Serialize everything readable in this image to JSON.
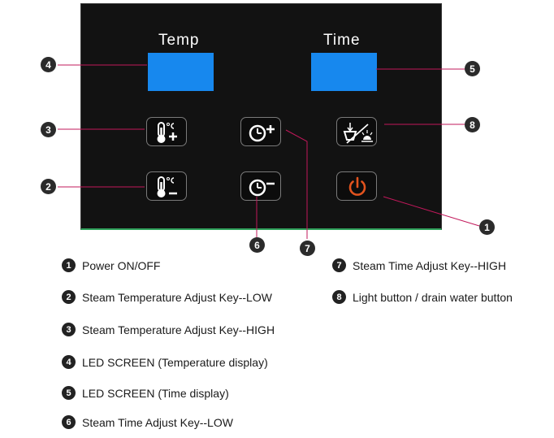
{
  "panel": {
    "screens": {
      "temp_label": "Temp",
      "time_label": "Time"
    }
  },
  "colors": {
    "screen": "#1788ee",
    "panel": "#121212",
    "callout_line": "#c2185b",
    "power": "#e2531e"
  },
  "icons": {
    "key_temp_up": "thermometer-plus-icon",
    "key_time_up": "clock-plus-icon",
    "key_light_drain": "light-drain-icon",
    "key_temp_down": "thermometer-minus-icon",
    "key_time_down": "clock-minus-icon",
    "key_power": "power-icon"
  },
  "markers": [
    "1",
    "2",
    "3",
    "4",
    "5",
    "6",
    "7",
    "8"
  ],
  "legend": [
    {
      "num": "1",
      "text": "Power ON/OFF"
    },
    {
      "num": "2",
      "text": "Steam Temperature Adjust Key--LOW"
    },
    {
      "num": "3",
      "text": "Steam Temperature Adjust Key--HIGH"
    },
    {
      "num": "4",
      "text": "LED SCREEN (Temperature display)"
    },
    {
      "num": "5",
      "text": "LED SCREEN (Time display)"
    },
    {
      "num": "6",
      "text": "Steam Time Adjust Key--LOW"
    },
    {
      "num": "7",
      "text": "Steam Time Adjust Key--HIGH"
    },
    {
      "num": "8",
      "text": "Light button / drain water button"
    }
  ]
}
